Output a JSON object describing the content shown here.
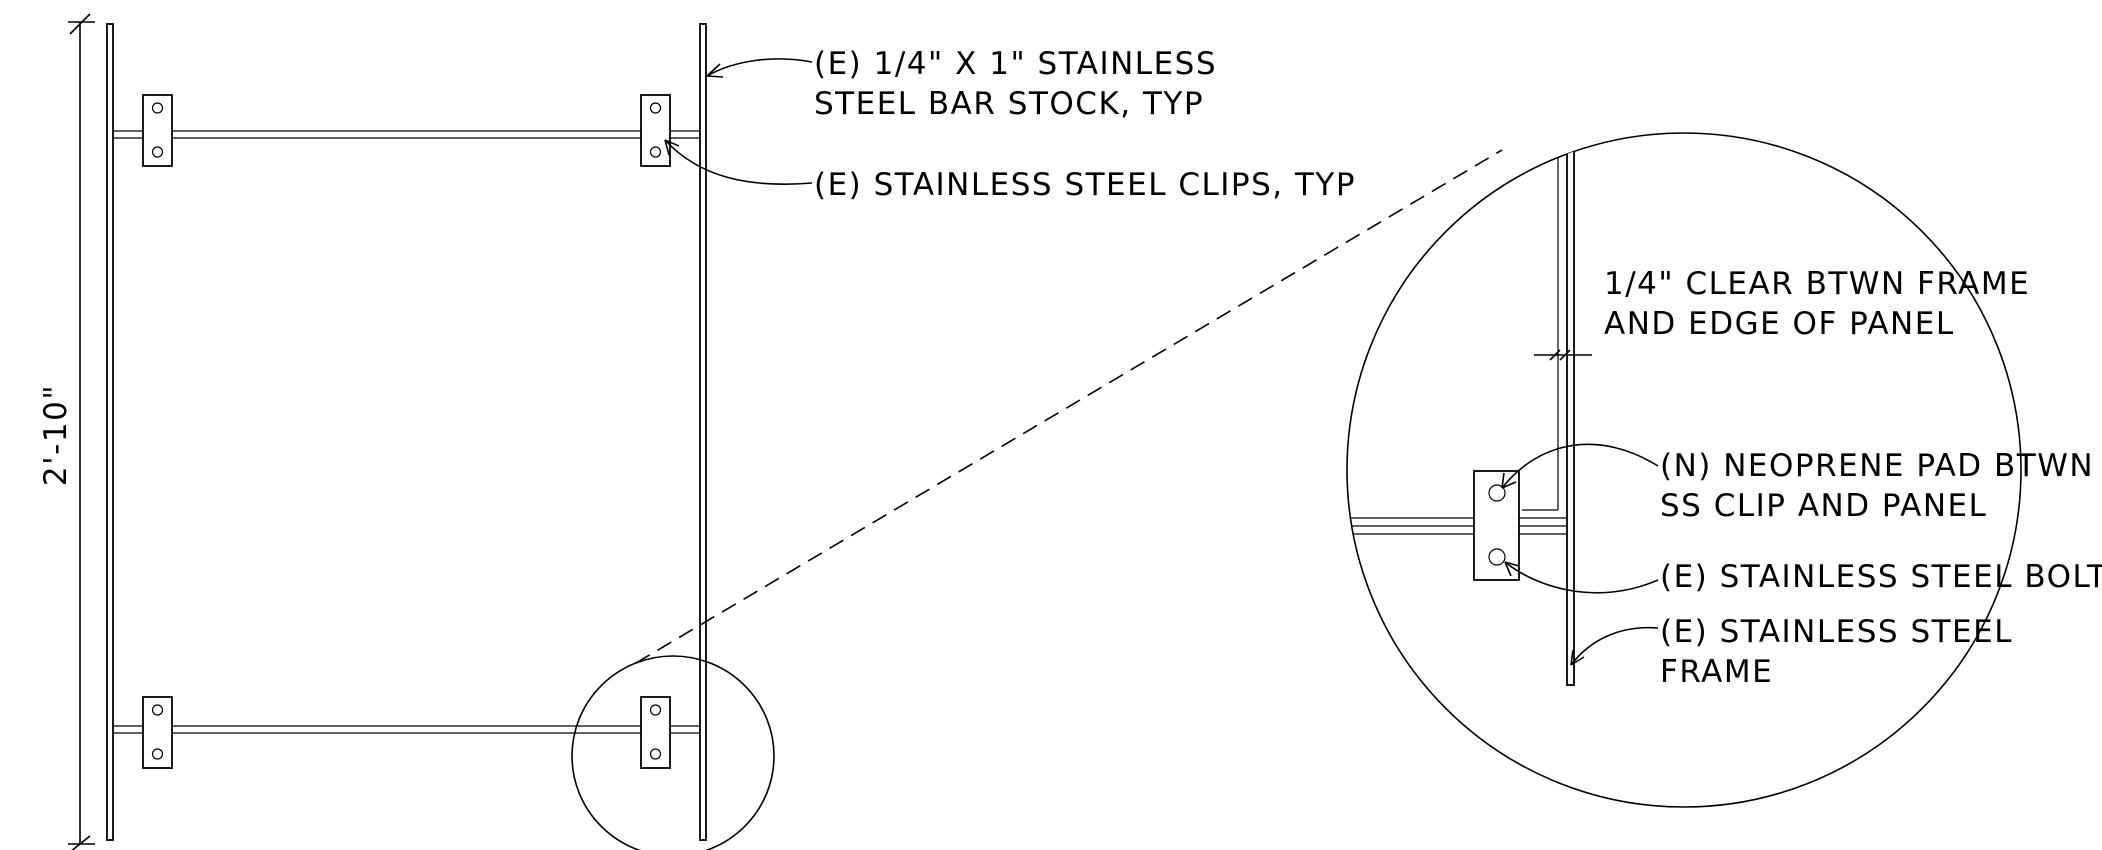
{
  "dimension": {
    "overall_height": "2'-10\""
  },
  "notes": {
    "bar_stock": [
      "(E) 1/4\" X 1\" STAINLESS",
      "STEEL BAR STOCK, TYP"
    ],
    "clips": [
      "(E) STAINLESS STEEL CLIPS, TYP"
    ],
    "clearance": [
      "1/4\" CLEAR BTWN FRAME",
      "AND EDGE OF PANEL"
    ],
    "neoprene": [
      "(N) NEOPRENE PAD BTWN",
      "SS CLIP AND PANEL"
    ],
    "bolt": [
      "(E) STAINLESS STEEL BOLT"
    ],
    "frame": [
      "(E) STAINLESS STEEL",
      "FRAME"
    ]
  }
}
